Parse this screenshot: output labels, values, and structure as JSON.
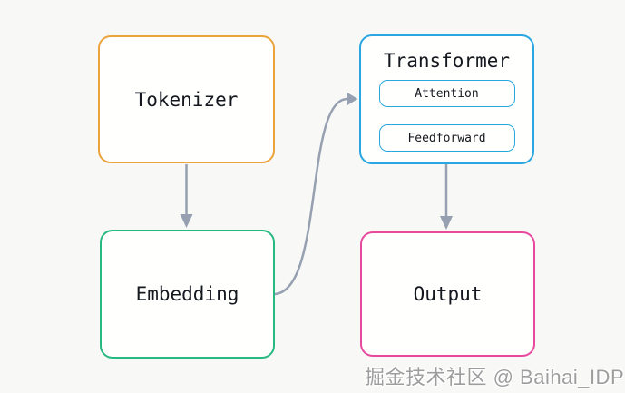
{
  "diagram": {
    "canvas_color": "#f8f8f6",
    "node_fill": "#fffffe",
    "arrow_color": "#96a0b1",
    "nodes": {
      "tokenizer": {
        "label": "Tokenizer",
        "border_color": "#eba33c"
      },
      "embedding": {
        "label": "Embedding",
        "border_color": "#26ba80"
      },
      "transformer": {
        "label": "Transformer",
        "border_color": "#2aa7e0",
        "children": {
          "attention": {
            "label": "Attention",
            "border_color": "#2aa7e0"
          },
          "feedforward": {
            "label": "Feedforward",
            "border_color": "#2aa7e0"
          }
        }
      },
      "output": {
        "label": "Output",
        "border_color": "#e8499e"
      }
    },
    "edges": [
      {
        "from": "tokenizer",
        "to": "embedding",
        "shape": "straight-down"
      },
      {
        "from": "embedding",
        "to": "transformer",
        "shape": "s-curve-right"
      },
      {
        "from": "transformer",
        "to": "output",
        "shape": "straight-down"
      }
    ]
  },
  "watermark": {
    "text": "掘金技术社区 @ Baihai_IDP"
  }
}
